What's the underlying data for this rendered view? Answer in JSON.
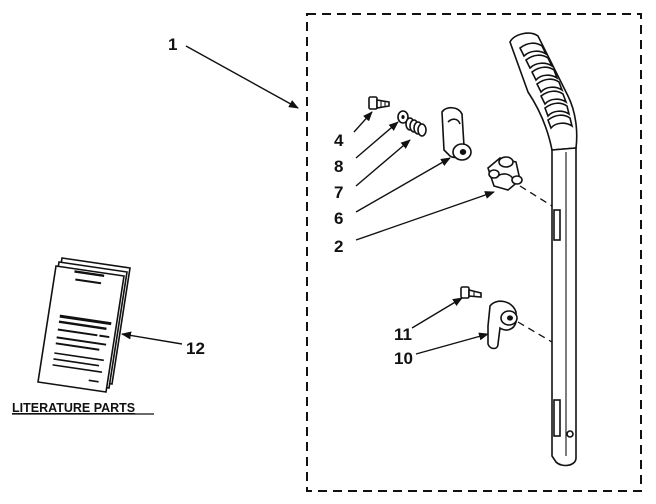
{
  "callouts": {
    "c1": "1",
    "c4": "4",
    "c8": "8",
    "c7": "7",
    "c6": "6",
    "c2": "2",
    "c11": "11",
    "c10": "10",
    "c12": "12"
  },
  "literature_heading": "LITERATURE PARTS"
}
